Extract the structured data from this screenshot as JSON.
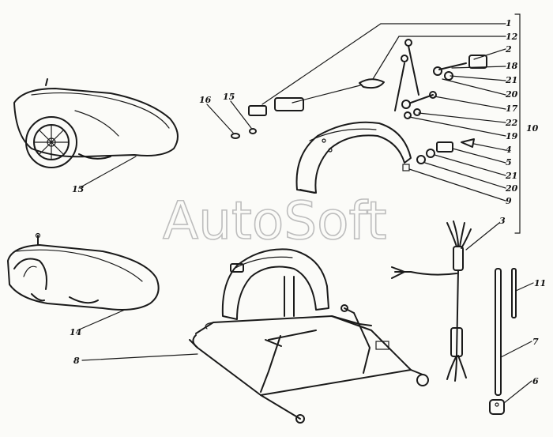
{
  "watermark": "AutoSoft",
  "callouts": {
    "c1": "1",
    "c12": "12",
    "c2": "2",
    "c18": "18",
    "c21a": "21",
    "c20a": "20",
    "c17": "17",
    "c22": "22",
    "c19": "19",
    "c4": "4",
    "c5": "5",
    "c21b": "21",
    "c20b": "20",
    "c9": "9",
    "c3": "3",
    "c10": "10",
    "c16": "16",
    "c15": "15",
    "c13": "13",
    "c14": "14",
    "c8": "8",
    "c11": "11",
    "c7": "7",
    "c6": "6"
  }
}
